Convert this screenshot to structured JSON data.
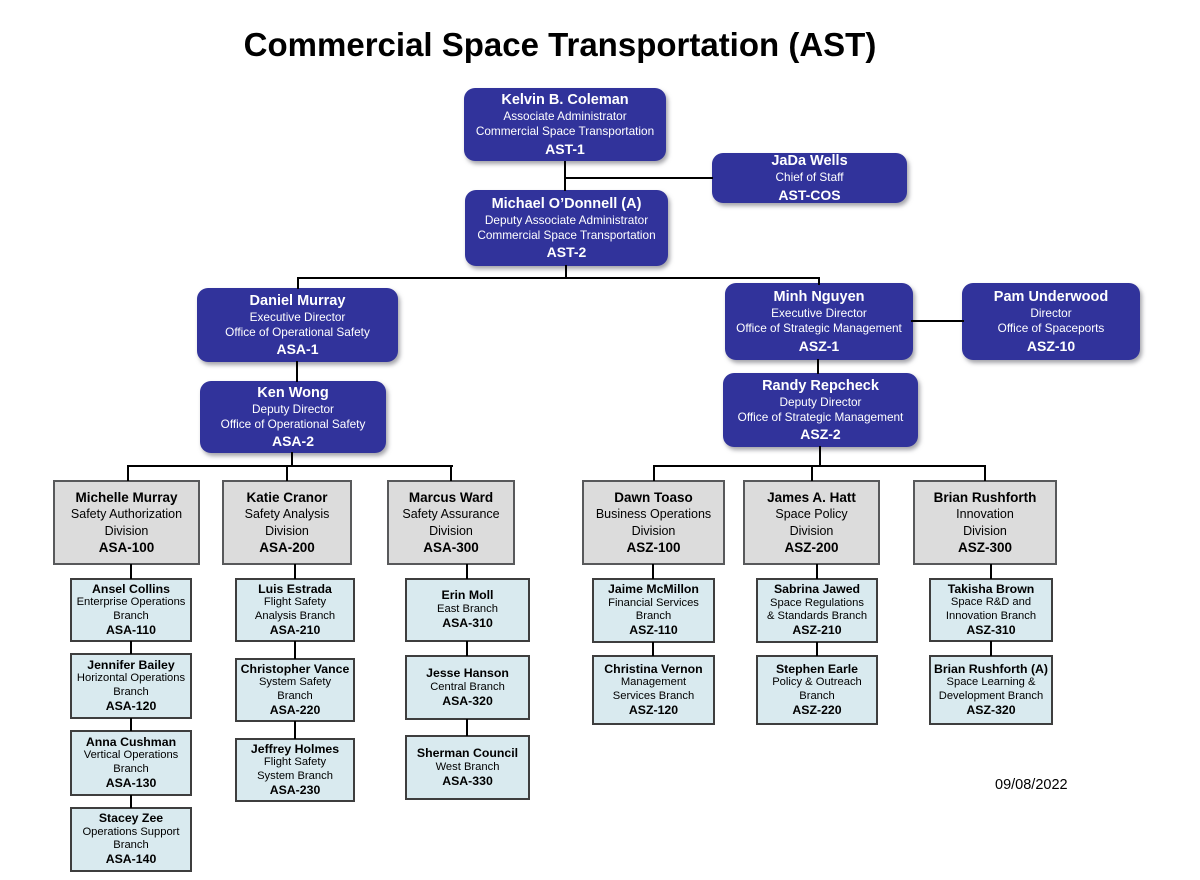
{
  "title": "Commercial Space Transportation (AST)",
  "date": "09/08/2022",
  "colors": {
    "executive_box": "#31339B",
    "division_box": "#DCDCDC",
    "branch_box": "#D9EAEF",
    "connector": "#000000",
    "executive_text": "#FFFFFF",
    "text": "#000000"
  },
  "nodes": {
    "ast1": {
      "name": "Kelvin B. Coleman",
      "body": "Associate Administrator\nCommercial Space Transportation",
      "code": "AST-1"
    },
    "astcos": {
      "name": "JaDa Wells",
      "body": "Chief of Staff",
      "code": "AST-COS"
    },
    "ast2": {
      "name": "Michael O’Donnell (A)",
      "body": "Deputy Associate Administrator\nCommercial Space Transportation",
      "code": "AST-2"
    },
    "asa1": {
      "name": "Daniel Murray",
      "body": "Executive Director\nOffice of Operational Safety",
      "code": "ASA-1"
    },
    "asz1": {
      "name": "Minh Nguyen",
      "body": "Executive Director\nOffice of Strategic Management",
      "code": "ASZ-1"
    },
    "asz10": {
      "name": "Pam Underwood",
      "body": "Director\nOffice of Spaceports",
      "code": "ASZ-10"
    },
    "asa2": {
      "name": "Ken Wong",
      "body": "Deputy Director\nOffice of Operational Safety",
      "code": "ASA-2"
    },
    "asz2": {
      "name": "Randy Repcheck",
      "body": "Deputy Director\nOffice of Strategic Management",
      "code": "ASZ-2"
    }
  },
  "divisions": [
    {
      "name": "Michelle Murray",
      "body": "Safety Authorization\nDivision",
      "code": "ASA-100"
    },
    {
      "name": "Katie Cranor",
      "body": "Safety Analysis\nDivision",
      "code": "ASA-200"
    },
    {
      "name": "Marcus Ward",
      "body": "Safety Assurance\nDivision",
      "code": "ASA-300"
    },
    {
      "name": "Dawn Toaso",
      "body": "Business Operations\nDivision",
      "code": "ASZ-100"
    },
    {
      "name": "James A. Hatt",
      "body": "Space Policy\nDivision",
      "code": "ASZ-200"
    },
    {
      "name": "Brian Rushforth",
      "body": "Innovation\nDivision",
      "code": "ASZ-300"
    }
  ],
  "branches": [
    [
      {
        "name": "Ansel Collins",
        "body": "Enterprise Operations\nBranch",
        "code": "ASA-110"
      },
      {
        "name": "Jennifer Bailey",
        "body": "Horizontal Operations\nBranch",
        "code": "ASA-120"
      },
      {
        "name": "Anna Cushman",
        "body": "Vertical Operations\nBranch",
        "code": "ASA-130"
      },
      {
        "name": "Stacey Zee",
        "body": "Operations Support\nBranch",
        "code": "ASA-140"
      }
    ],
    [
      {
        "name": "Luis Estrada",
        "body": "Flight Safety\nAnalysis Branch",
        "code": "ASA-210"
      },
      {
        "name": "Christopher Vance",
        "body": "System Safety\nBranch",
        "code": "ASA-220"
      },
      {
        "name": "Jeffrey Holmes",
        "body": "Flight Safety\nSystem Branch",
        "code": "ASA-230"
      }
    ],
    [
      {
        "name": "Erin Moll",
        "body": "East Branch",
        "code": "ASA-310"
      },
      {
        "name": "Jesse Hanson",
        "body": "Central Branch",
        "code": "ASA-320"
      },
      {
        "name": "Sherman Council",
        "body": "West Branch",
        "code": "ASA-330"
      }
    ],
    [
      {
        "name": "Jaime McMillon",
        "body": "Financial Services\nBranch",
        "code": "ASZ-110"
      },
      {
        "name": "Christina Vernon",
        "body": "Management\nServices Branch",
        "code": "ASZ-120"
      }
    ],
    [
      {
        "name": "Sabrina Jawed",
        "body": "Space Regulations\n& Standards Branch",
        "code": "ASZ-210"
      },
      {
        "name": "Stephen Earle",
        "body": "Policy & Outreach\nBranch",
        "code": "ASZ-220"
      }
    ],
    [
      {
        "name": "Takisha Brown",
        "body": "Space R&D and\nInnovation Branch",
        "code": "ASZ-310"
      },
      {
        "name": "Brian Rushforth (A)",
        "body": "Space Learning &\nDevelopment Branch",
        "code": "ASZ-320"
      }
    ]
  ]
}
